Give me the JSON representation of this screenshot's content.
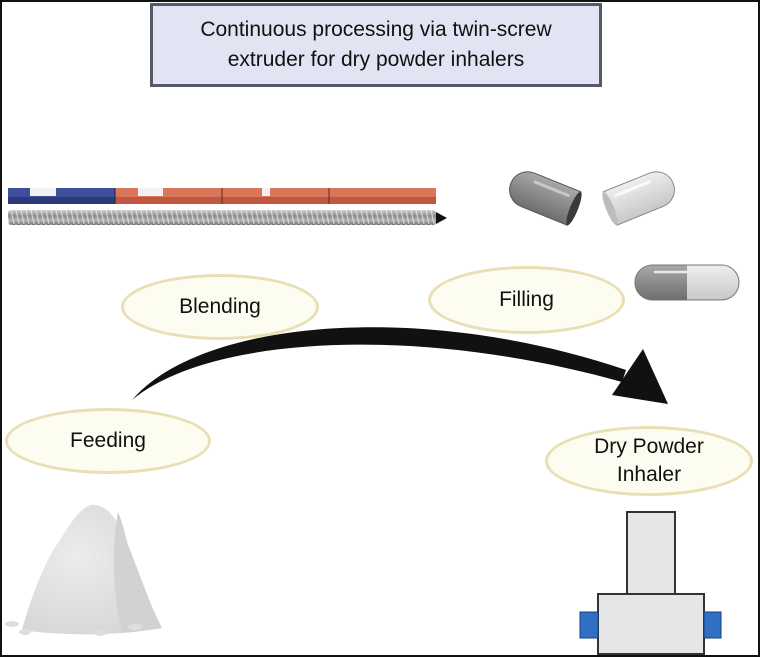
{
  "title": {
    "line1": "Continuous processing via twin-screw",
    "line2": "extruder for dry powder inhalers"
  },
  "steps": {
    "feeding": "Feeding",
    "blending": "Blending",
    "filling": "Filling",
    "inhaler_line1": "Dry Powder",
    "inhaler_line2": "Inhaler"
  },
  "colors": {
    "title_bg": "#e3e4f3",
    "ellipse_fill": "#fdfcf0",
    "ellipse_border": "#e8e0b4",
    "barrel_blue": "#3f4f9e",
    "barrel_orange": "#d9765a",
    "inhaler_blue": "#2f6fc4"
  },
  "icons": [
    "extruder-barrel-icon",
    "screw-icon",
    "open-capsule-icon",
    "closed-capsule-icon",
    "process-arrow-icon",
    "powder-pile-icon",
    "inhaler-device-icon"
  ]
}
